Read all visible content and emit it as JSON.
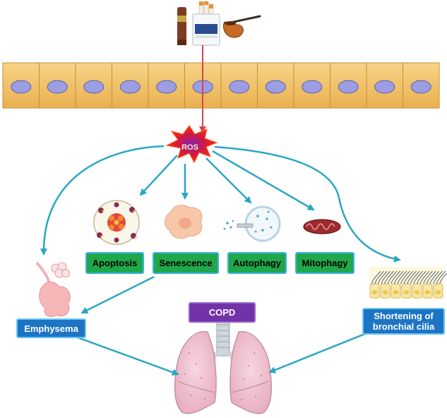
{
  "labels": {
    "ros": "ROS",
    "apoptosis": "Apoptosis",
    "senescence": "Senescence",
    "autophagy": "Autophagy",
    "mitophagy": "Mitophagy",
    "emphysema": "Emphysema",
    "copd": "COPD",
    "shortening_line1": "Shortening of",
    "shortening_line2": "bronchial cilia"
  },
  "colors": {
    "arrow": "#2aa7c2",
    "red_arrow": "#d9434d",
    "green_box": "#1fa84a",
    "blue_box": "#1d74c5",
    "purple_box": "#7332a8",
    "cell": "#f2c46a",
    "nucleus": "#9c9ee3",
    "lung": "#f0c4d1"
  },
  "icons": [
    "cigar-icon",
    "cigarette-pack-icon",
    "pipe-icon"
  ]
}
